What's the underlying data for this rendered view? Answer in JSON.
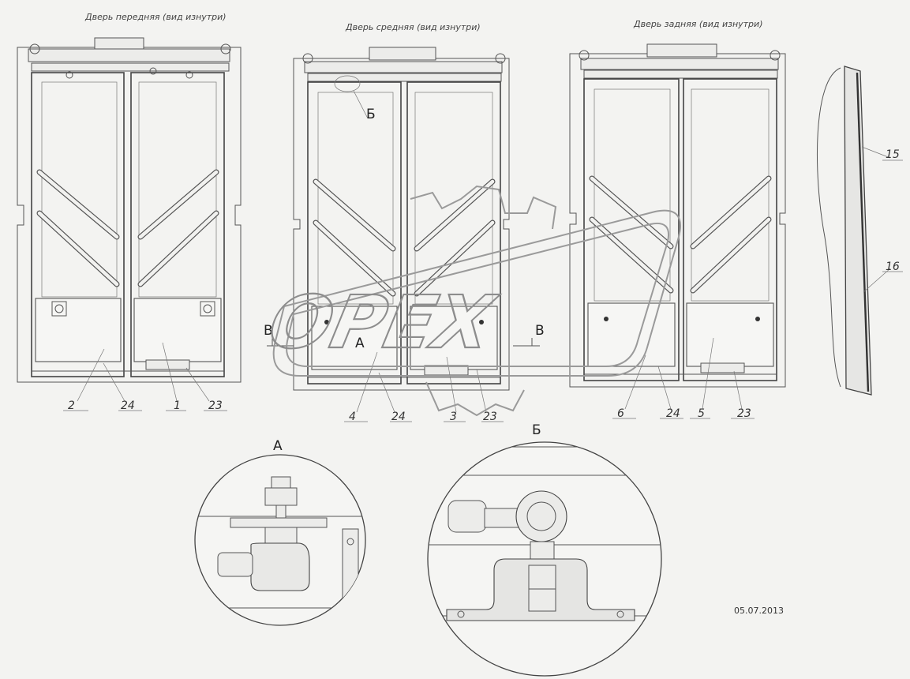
{
  "titles": {
    "front": "Дверь передняя (вид изнутри)",
    "middle": "Дверь средняя (вид изнутри)",
    "rear": "Дверь задняя (вид изнутри)"
  },
  "callouts": {
    "front": [
      "2",
      "24",
      "1",
      "23"
    ],
    "middle": [
      "4",
      "24",
      "3",
      "23"
    ],
    "rear": [
      "6",
      "24",
      "5",
      "23"
    ],
    "side": [
      "15",
      "16"
    ]
  },
  "markers": {
    "section_v": "В",
    "detail_a": "А",
    "detail_b": "Б"
  },
  "details": {
    "a_label": "А",
    "b_label": "Б"
  },
  "watermark": "OPEX",
  "date": "05.07.2013"
}
